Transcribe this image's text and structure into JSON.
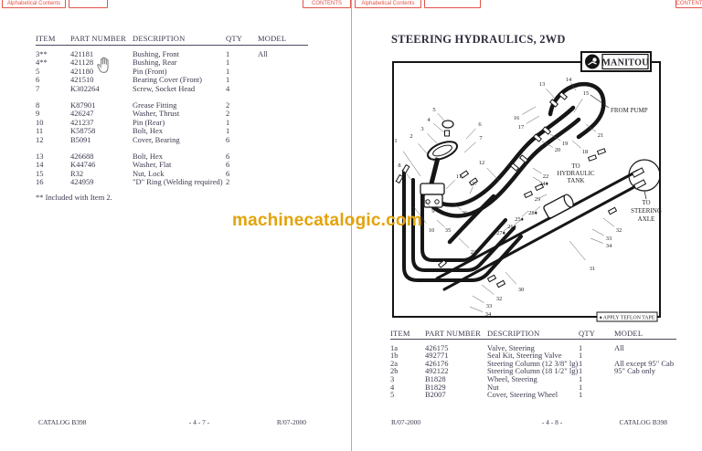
{
  "nav": {
    "buttons": [
      {
        "label": "Alphabetical Contents"
      },
      {
        "label": ""
      },
      {
        "label": "CONTENTS"
      },
      {
        "label": "Alphabetical Contents"
      },
      {
        "label": ""
      },
      {
        "label": "CONTENTS"
      }
    ]
  },
  "watermark": {
    "text": "machinecatalogic.com",
    "color": "#e3a30c"
  },
  "left_page": {
    "table": {
      "headers": [
        "ITEM",
        "PART NUMBER",
        "DESCRIPTION",
        "QTY",
        "MODEL"
      ],
      "groups": [
        [
          [
            "3**",
            "421181",
            "Bushing, Front",
            "1",
            "All"
          ],
          [
            "4**",
            "421128",
            "Bushing, Rear",
            "1",
            ""
          ],
          [
            "5",
            "421180",
            "Pin (Front)",
            "1",
            ""
          ],
          [
            "6",
            "421510",
            "Bearing Cover (Front)",
            "1",
            ""
          ],
          [
            "7",
            "K302264",
            "Screw, Socket Head",
            "4",
            ""
          ]
        ],
        [
          [
            "8",
            "K87901",
            "Grease Fitting",
            "2",
            ""
          ],
          [
            "9",
            "426247",
            "Washer, Thrust",
            "2",
            ""
          ],
          [
            "10",
            "421237",
            "Pin (Rear)",
            "1",
            ""
          ],
          [
            "11",
            "K58758",
            "Bolt, Hex",
            "1",
            ""
          ],
          [
            "12",
            "B5091",
            "Cover, Bearing",
            "6",
            ""
          ]
        ],
        [
          [
            "13",
            "426688",
            "Bolt, Hex",
            "6",
            ""
          ],
          [
            "14",
            "K44746",
            "Washer, Flat",
            "6",
            ""
          ],
          [
            "15",
            "R32",
            "Nut, Lock",
            "6",
            ""
          ],
          [
            "16",
            "424959",
            "\"D\" Ring (Welding required)",
            "2",
            ""
          ]
        ]
      ],
      "footnote": "** Included with Item 2."
    },
    "footer": {
      "left": "CATALOG B398",
      "center": "- 4 - 7 -",
      "right": "R/07-2000"
    }
  },
  "right_page": {
    "title": "STEERING HYDRAULICS, 2WD",
    "diagram": {
      "brand": "MANITOU",
      "labels": {
        "from_pump": "FROM PUMP",
        "to_tank": [
          "TO",
          "HYDRAULIC",
          "TANK"
        ],
        "to_axle": [
          "TO",
          "STEERING",
          "AXLE"
        ],
        "teflon": "♦ APPLY TEFLON TAPE"
      },
      "callouts": [
        [
          "1",
          13,
          101,
          40,
          138
        ],
        [
          "2",
          30,
          96,
          55,
          122
        ],
        [
          "3",
          42,
          88,
          60,
          104
        ],
        [
          "4",
          49,
          78,
          66,
          90
        ],
        [
          "5",
          55,
          67,
          67,
          78
        ],
        [
          "6",
          105,
          83,
          90,
          97
        ],
        [
          "7",
          106,
          98,
          88,
          112
        ],
        [
          "8",
          17,
          128,
          30,
          142
        ],
        [
          "9",
          54,
          178,
          44,
          163
        ],
        [
          "10",
          52,
          199,
          33,
          172
        ],
        [
          "11",
          82,
          140,
          68,
          152
        ],
        [
          "12",
          107,
          125,
          126,
          143
        ],
        [
          "13",
          173,
          39,
          188,
          54
        ],
        [
          "14",
          202,
          34,
          210,
          44
        ],
        [
          "15",
          221,
          49,
          208,
          68
        ],
        [
          "16",
          145,
          76,
          166,
          62
        ],
        [
          "17",
          150,
          86,
          170,
          72
        ],
        [
          "18",
          220,
          113,
          206,
          99
        ],
        [
          "19",
          198,
          104,
          182,
          92
        ],
        [
          "20",
          190,
          111,
          173,
          100
        ],
        [
          "21",
          237,
          95,
          221,
          81
        ],
        [
          "22",
          177,
          140,
          163,
          129
        ],
        [
          "23",
          98,
          223,
          82,
          206
        ],
        [
          "24♦",
          175,
          148,
          163,
          139
        ],
        [
          "25♦",
          148,
          187,
          158,
          176
        ],
        [
          "26♦",
          140,
          195,
          150,
          186
        ],
        [
          "27♦",
          128,
          202,
          138,
          193
        ],
        [
          "28♦",
          163,
          180,
          171,
          171
        ],
        [
          "29",
          168,
          165,
          178,
          158
        ],
        [
          "30",
          150,
          264,
          133,
          243
        ],
        [
          "31",
          228,
          241,
          203,
          209
        ],
        [
          "32",
          126,
          274,
          107,
          257
        ],
        [
          "33",
          115,
          282,
          97,
          269
        ],
        [
          "34",
          114,
          291,
          94,
          281
        ],
        [
          "32",
          257,
          199,
          240,
          184
        ],
        [
          "33",
          246,
          208,
          228,
          196
        ],
        [
          "34",
          246,
          216,
          226,
          206
        ],
        [
          "35",
          70,
          199,
          58,
          186
        ],
        [
          "36",
          88,
          180,
          77,
          168
        ],
        [
          "37",
          99,
          148,
          94,
          157
        ]
      ]
    },
    "table": {
      "headers": [
        "ITEM",
        "PART NUMBER",
        "DESCRIPTION",
        "QTY",
        "MODEL"
      ],
      "groups": [
        [
          [
            "1a",
            "426175",
            "Valve, Steering",
            "1",
            "All"
          ],
          [
            "1b",
            "492771",
            "Seal Kit, Steering Valve",
            "1",
            ""
          ],
          [
            "2a",
            "426176",
            "Steering Column (12 3/8\" lg)",
            "1",
            "All except 95\" Cab"
          ],
          [
            "2b",
            "492122",
            "Steering Column (18 1/2\" lg)",
            "1",
            "95\" Cab only"
          ],
          [
            "3",
            "B1828",
            "Wheel, Steering",
            "1",
            ""
          ],
          [
            "4",
            "B1829",
            "Nut",
            "1",
            ""
          ],
          [
            "5",
            "B2007",
            "Cover, Steering Wheel",
            "1",
            ""
          ]
        ]
      ]
    },
    "footer": {
      "left": "R/07-2000",
      "center": "- 4 - 8 -",
      "right": "CATALOG B398"
    }
  }
}
